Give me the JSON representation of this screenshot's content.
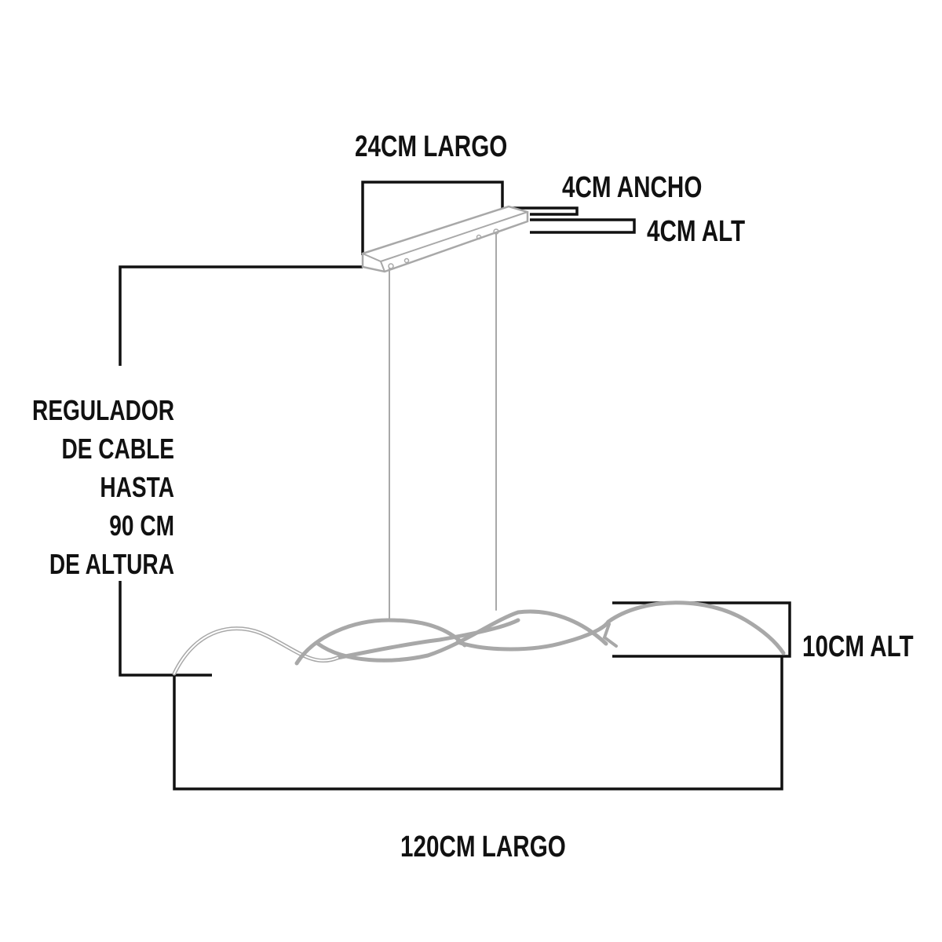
{
  "diagram": {
    "type": "dimension-drawing",
    "subject": "LED wave pendant lamp",
    "colors": {
      "dimension_lines": "#111111",
      "product_outline": "#a8a8a8",
      "background": "#ffffff"
    },
    "labels": {
      "canopy_length": "24CM LARGO",
      "canopy_width": "4CM ANCHO",
      "canopy_height": "4CM ALT",
      "cable_regulator": [
        "REGULADOR",
        "DE CABLE",
        "HASTA",
        "90 CM",
        "DE ALTURA"
      ],
      "lamp_height": "10CM ALT",
      "lamp_length": "120CM LARGO"
    }
  }
}
